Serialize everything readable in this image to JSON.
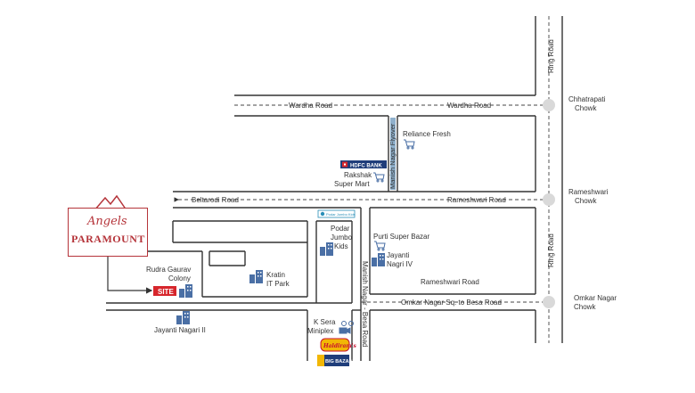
{
  "logo": {
    "script": "Angels",
    "main": "PARAMOUNT"
  },
  "roads": {
    "ring_road": "Ring Road",
    "wardha_left": "Wardha Road",
    "wardha_right": "Wardha Road",
    "flyover": "Manish Nagar Flyover",
    "beltarodi": "Beltarodi Road",
    "rameshwari_top": "Rameshwari Road",
    "rameshwari_inner": "Rameshwari Road",
    "manish_besa": "Manish Nagar - Besa Road",
    "omkar_besa": "Omkar Nagar Sq. to Besa Road"
  },
  "junctions": {
    "chhatrapati": [
      "Chhatrapati",
      "Chowk"
    ],
    "rameshwari": [
      "Rameshwari",
      "Chowk"
    ],
    "omkar": [
      "Omkar Nagar",
      "Chowk"
    ]
  },
  "places": {
    "reliance": "Reliance Fresh",
    "hdfc": "HDFC BANK",
    "rakshak": [
      "Rakshak",
      "Super Mart"
    ],
    "podar": [
      "Podar",
      "Jumbo",
      "Kids"
    ],
    "podar_sign": "Podar Jumbo Kids",
    "purti": "Purti Super Bazar",
    "jayanti4": [
      "Jayanti",
      "Nagri IV"
    ],
    "rudra": [
      "Rudra Gaurav",
      "Colony"
    ],
    "kratin": [
      "Kratin",
      "IT Park"
    ],
    "jayanti2": "Jayanti Nagari II",
    "ksera": [
      "K Sera",
      "Miniplex"
    ],
    "site": "SITE",
    "haldiram": "Haldiram's",
    "bigbazaar": "BIG BAZAAR"
  },
  "colors": {
    "brand": "#b5343a",
    "road": "#333333",
    "site": "#d7262c",
    "icon": "#4a6fa5"
  }
}
